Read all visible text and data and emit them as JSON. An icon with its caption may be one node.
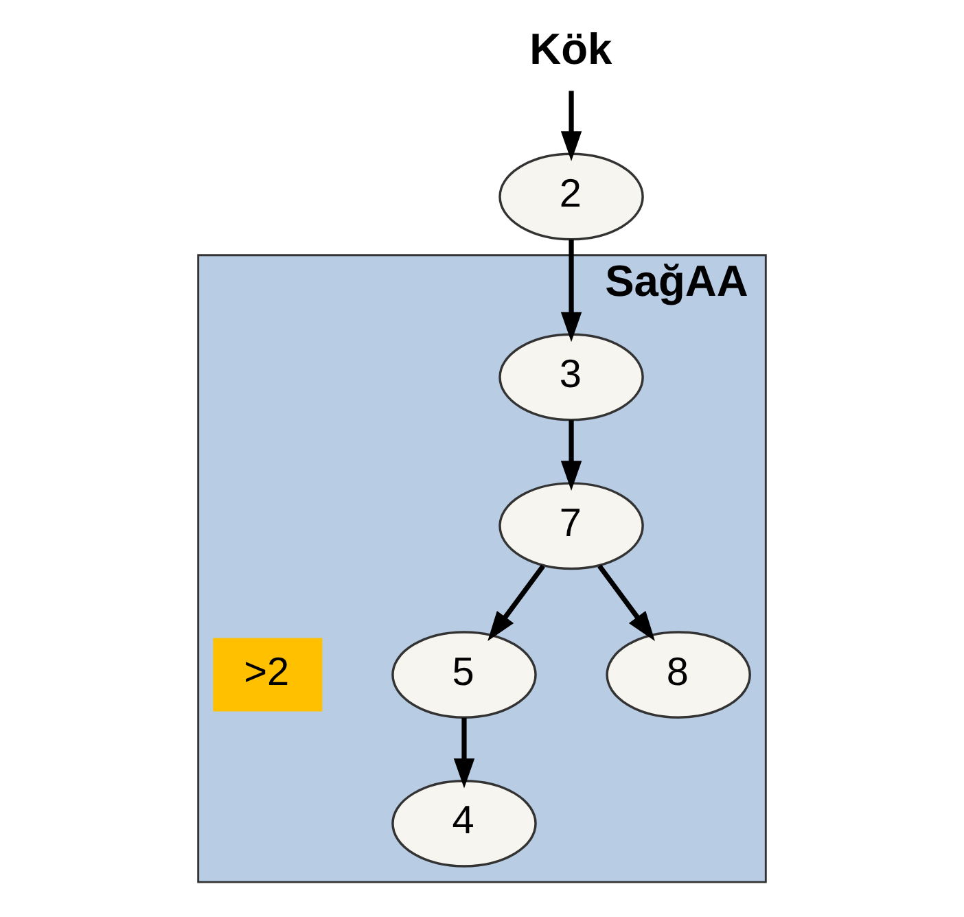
{
  "diagram": {
    "nodes": [
      {
        "text": [
          "Kök"
        ]
      },
      {
        "text": [
          "2"
        ]
      },
      {
        "text": [
          "SağAA"
        ]
      },
      {
        "text": [
          "3"
        ],
        "in": 2
      },
      {
        "text": [
          "7"
        ],
        "in": 2
      },
      {
        "text": [
          ">2"
        ],
        "in": 2
      },
      {
        "text": [
          "5"
        ],
        "in": 2
      },
      {
        "text": [
          "8"
        ],
        "in": 2
      },
      {
        "text": [
          "4"
        ],
        "in": 2
      }
    ],
    "edges": [
      {
        "from": 0,
        "to": 1,
        "arrow": "to"
      },
      {
        "from": 1,
        "to": 3,
        "arrow": "to"
      },
      {
        "from": 3,
        "to": 4,
        "arrow": "to"
      },
      {
        "from": 4,
        "to": 6,
        "arrow": "to"
      },
      {
        "from": 4,
        "to": 7,
        "arrow": "to"
      },
      {
        "from": 6,
        "to": 8,
        "arrow": "to"
      }
    ]
  }
}
